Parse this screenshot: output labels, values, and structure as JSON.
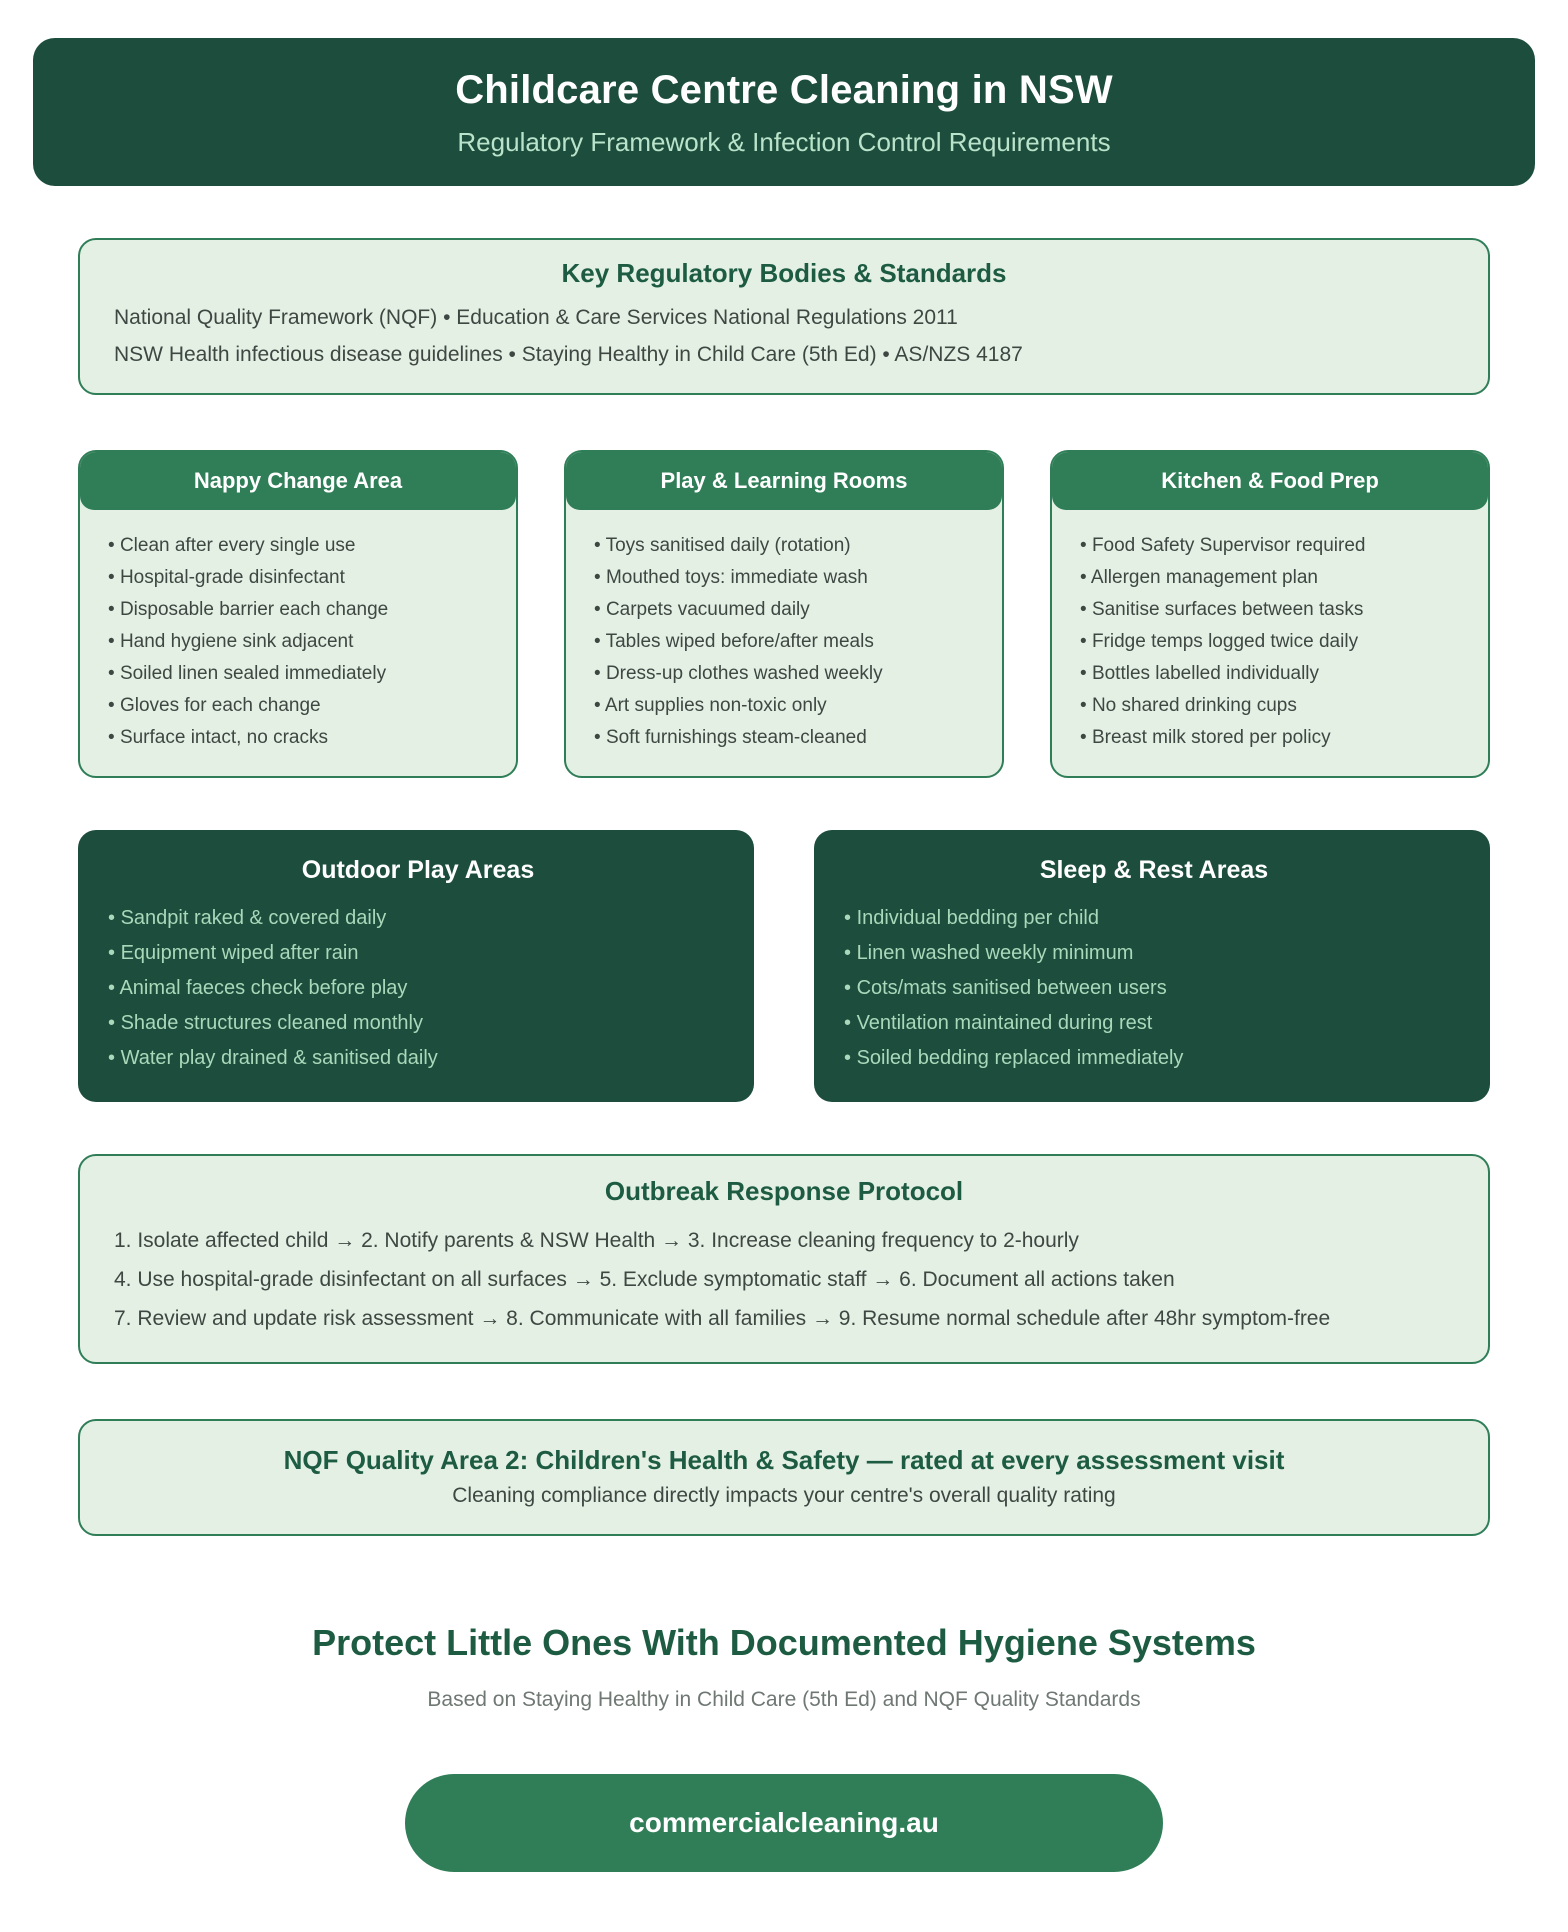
{
  "header": {
    "title": "Childcare Centre Cleaning in NSW",
    "subtitle": "Regulatory Framework & Infection Control Requirements"
  },
  "regulatory": {
    "title": "Key Regulatory Bodies & Standards",
    "lines": [
      "National Quality Framework (NQF) • Education & Care Services National Regulations 2011",
      "NSW Health infectious disease guidelines • Staying Healthy in Child Care (5th Ed) • AS/NZS 4187"
    ]
  },
  "area_cards": [
    {
      "title": "Nappy Change Area",
      "items": [
        "Clean after every single use",
        "Hospital-grade disinfectant",
        "Disposable barrier each change",
        "Hand hygiene sink adjacent",
        "Soiled linen sealed immediately",
        "Gloves for each change",
        "Surface intact, no cracks"
      ]
    },
    {
      "title": "Play & Learning Rooms",
      "items": [
        "Toys sanitised daily (rotation)",
        "Mouthed toys: immediate wash",
        "Carpets vacuumed daily",
        "Tables wiped before/after meals",
        "Dress-up clothes washed weekly",
        "Art supplies non-toxic only",
        "Soft furnishings steam-cleaned"
      ]
    },
    {
      "title": "Kitchen & Food Prep",
      "items": [
        "Food Safety Supervisor required",
        "Allergen management plan",
        "Sanitise surfaces between tasks",
        "Fridge temps logged twice daily",
        "Bottles labelled individually",
        "No shared drinking cups",
        "Breast milk stored per policy"
      ]
    }
  ],
  "dark_cards": [
    {
      "title": "Outdoor Play Areas",
      "items": [
        "Sandpit raked & covered daily",
        "Equipment wiped after rain",
        "Animal faeces check before play",
        "Shade structures cleaned monthly",
        "Water play drained & sanitised daily"
      ]
    },
    {
      "title": "Sleep & Rest Areas",
      "items": [
        "Individual bedding per child",
        "Linen washed weekly minimum",
        "Cots/mats sanitised between users",
        "Ventilation maintained during rest",
        "Soiled bedding replaced immediately"
      ]
    }
  ],
  "outbreak": {
    "title": "Outbreak Response Protocol",
    "lines": [
      "1. Isolate affected child → 2. Notify parents & NSW Health → 3. Increase cleaning frequency to 2-hourly",
      "4. Use hospital-grade disinfectant on all surfaces → 5. Exclude symptomatic staff → 6. Document all actions taken",
      "7. Review and update risk assessment → 8. Communicate with all families → 9. Resume normal schedule after 48hr symptom-free"
    ]
  },
  "nqf": {
    "title": "NQF Quality Area 2: Children's Health & Safety — rated at every assessment visit",
    "subtitle": "Cleaning compliance directly impacts your centre's overall quality rating"
  },
  "footer": {
    "heading": "Protect Little Ones With Documented Hygiene Systems",
    "subtitle": "Based on Staying Healthy in Child Care (5th Ed) and NQF Quality Standards",
    "button_label": "commercialcleaning.au"
  },
  "colors": {
    "dark_green": "#1d4d3c",
    "mid_green": "#2f7e57",
    "light_green": "#e4f0e4",
    "border_green": "#2f7e57",
    "title_green": "#1d5c42",
    "body_text": "#3f4743",
    "light_on_dark": "#a9d8ba",
    "header_subtitle": "#b9e3ca",
    "muted": "#6f7873",
    "page_bg": "#ffffff"
  }
}
